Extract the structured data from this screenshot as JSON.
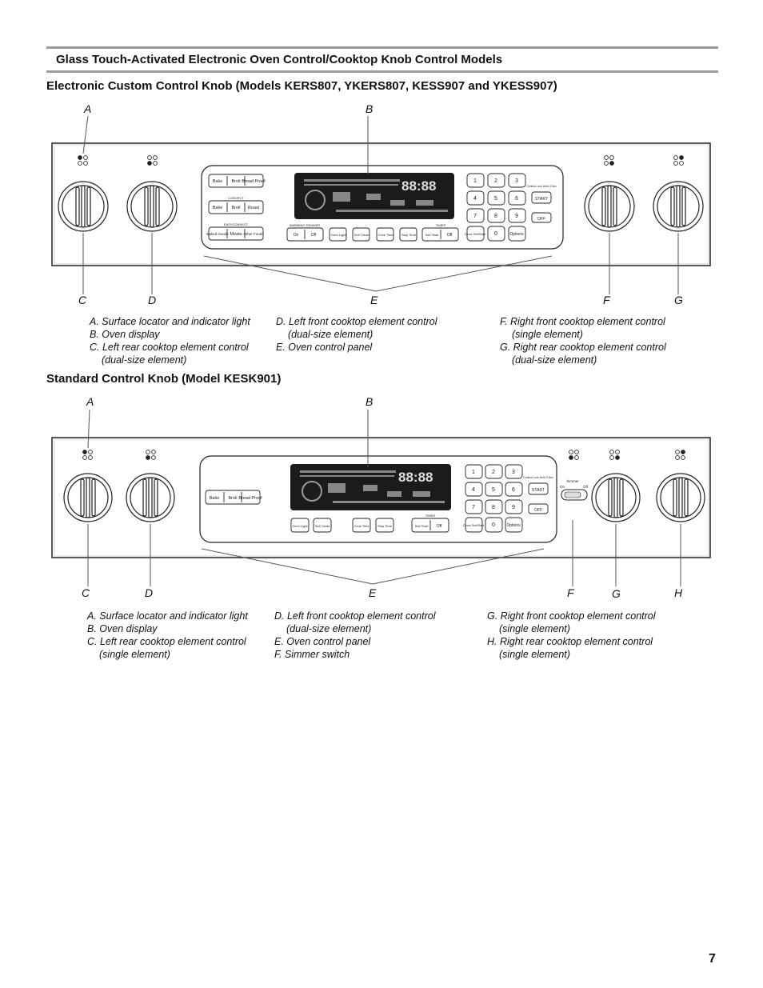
{
  "header": {
    "title": "Glass Touch-Activated Electronic Oven Control/Cooktop Knob Control Models"
  },
  "section1": {
    "title": "Electronic Custom Control Knob (Models KERS807, YKERS807, KESS907 and YKESS907)",
    "callouts": [
      "A",
      "B",
      "C",
      "D",
      "E",
      "F",
      "G"
    ],
    "legend": [
      {
        "text": "A. Surface locator and indicator light"
      },
      {
        "text": "B. Oven display"
      },
      {
        "text": "C. Left rear cooktop element control",
        "cont": "(dual-size element)"
      },
      {
        "text": "D. Left front cooktop element control",
        "cont": "(dual-size element)"
      },
      {
        "text": "E. Oven control panel"
      },
      {
        "text": "F. Right front cooktop element control",
        "cont": "(single element)"
      },
      {
        "text": "G. Right rear cooktop element control",
        "cont": "(dual-size element)"
      }
    ],
    "panel": {
      "row1": [
        "Bake",
        "Broil",
        "Bread Proof"
      ],
      "convect_label": "CONVECT",
      "row2": [
        "Bake",
        "Broil",
        "Roast"
      ],
      "easy_label": "EASYCONVECT",
      "row3": [
        "Baked Goods",
        "Meats",
        "Other Foods"
      ],
      "warming_label": "WARMING DRAWER",
      "warming": [
        "On",
        "Off"
      ],
      "bottom": [
        "Oven Light",
        "Self Clean",
        "Cook Time",
        "Stop Time",
        "Set/ Start",
        "Off"
      ],
      "timer_label": "TIMER",
      "keys": [
        "1",
        "2",
        "3",
        "4",
        "5",
        "6",
        "7",
        "8",
        "9",
        "Clock Set/Start",
        "0",
        "Options"
      ],
      "side": [
        "Control Lock Hold 3 Sec",
        "START",
        "OFF"
      ],
      "display": "88:88"
    }
  },
  "section2": {
    "title": "Standard Control Knob (Model KESK901)",
    "callouts": [
      "A",
      "B",
      "C",
      "D",
      "E",
      "F",
      "G",
      "H"
    ],
    "legend": [
      {
        "text": "A. Surface locator and indicator light"
      },
      {
        "text": "B. Oven display"
      },
      {
        "text": "C. Left rear cooktop element control",
        "cont": "(single element)"
      },
      {
        "text": "D. Left front cooktop element control",
        "cont": "(dual-size element)"
      },
      {
        "text": "E. Oven control panel"
      },
      {
        "text": "F. Simmer switch"
      },
      {
        "text": "G. Right front cooktop element control",
        "cont": "(single element)"
      },
      {
        "text": "H. Right rear cooktop element control",
        "cont": "(single element)"
      }
    ],
    "panel": {
      "row1": [
        "Bake",
        "Broil",
        "Bread Proof"
      ],
      "bottom": [
        "Oven Light",
        "Self Clean",
        "Cook Time",
        "Stop Time",
        "Set/ Start",
        "Off"
      ],
      "timer_label": "TIMER",
      "keys": [
        "1",
        "2",
        "3",
        "4",
        "5",
        "6",
        "7",
        "8",
        "9",
        "Clock Set/Start",
        "0",
        "Options"
      ],
      "side": [
        "Control Lock Hold 3 Sec",
        "START",
        "OFF"
      ],
      "simmer": {
        "label": "Simmer",
        "on": "On",
        "off": "Off"
      },
      "display": "88:88"
    }
  },
  "page_number": "7"
}
